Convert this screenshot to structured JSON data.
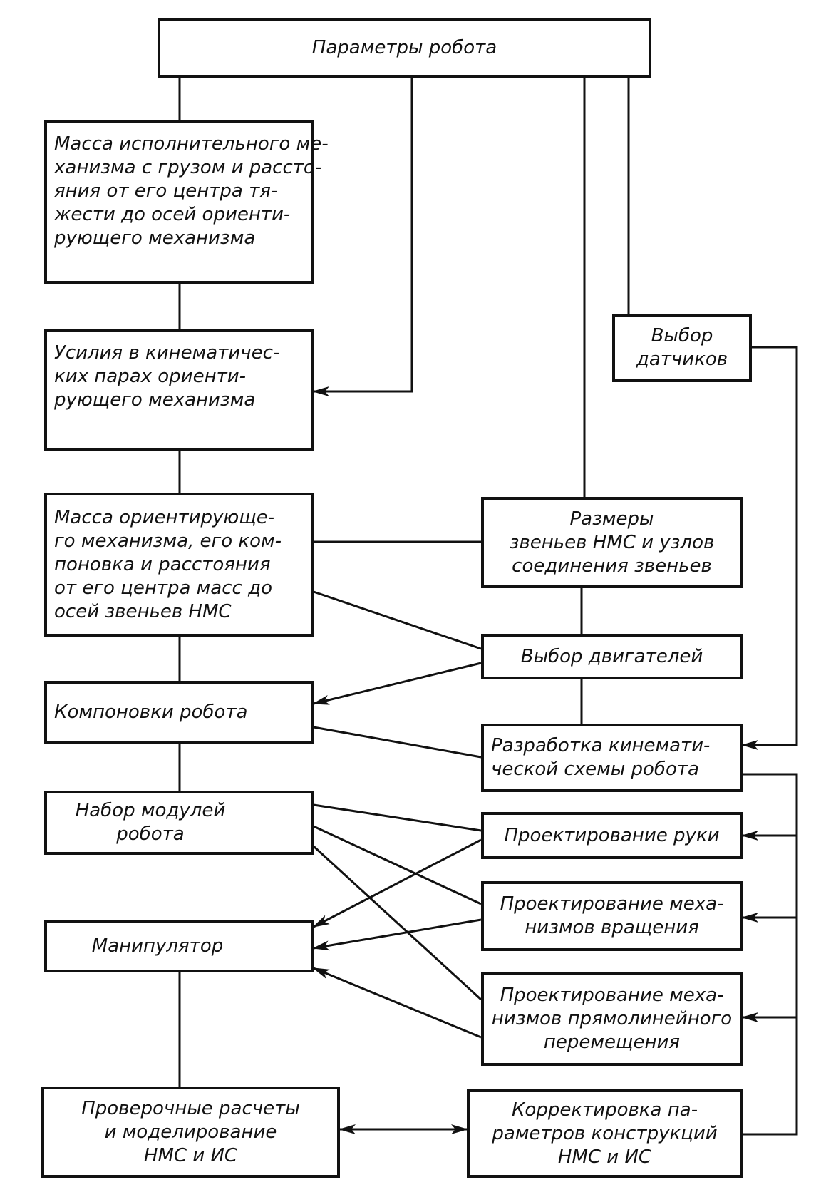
{
  "boxes": {
    "params": [
      "Параметры робота"
    ],
    "mass_exec": [
      "Масса исполнительного ме-",
      "ханизма с грузом и рассто-",
      "яния от его центра тя-",
      "жести до осей ориенти-",
      "рующего механизма"
    ],
    "forces": [
      "Усилия в кинематичес-",
      "ких парах ориенти-",
      "рующего механизма"
    ],
    "mass_orient": [
      "Масса ориентирующе-",
      "го механизма, его ком-",
      "поновка и расстояния",
      "от его центра масс до",
      "осей звеньев НМС"
    ],
    "layouts": [
      "Компоновки робота"
    ],
    "modules": [
      "Набор модулей",
      "робота"
    ],
    "manipulator": [
      "Манипулятор"
    ],
    "checks": [
      "Проверочные расчеты",
      "и моделирование",
      "НМС и ИС"
    ],
    "sensors": [
      "Выбор",
      "датчиков"
    ],
    "link_sizes": [
      "Размеры",
      "звеньев НМС и узлов",
      "соединения звеньев"
    ],
    "motors": [
      "Выбор двигателей"
    ],
    "kinematic": [
      "Разработка кинемати-",
      "ческой схемы робота"
    ],
    "arm": [
      "Проектирование руки"
    ],
    "rotation": [
      "Проектирование меха-",
      "низмов вращения"
    ],
    "linear": [
      "Проектирование меха-",
      "низмов прямолинейного",
      "перемещения"
    ],
    "correction": [
      "Корректировка па-",
      "раметров конструкций",
      "НМС и ИС"
    ]
  }
}
